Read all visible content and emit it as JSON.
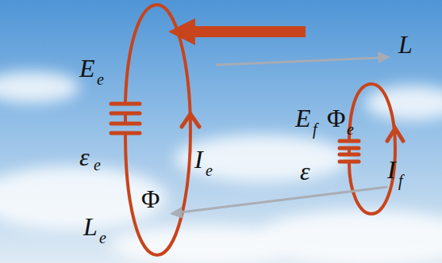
{
  "diagram": {
    "labels": [
      "E",
      "e",
      "ε",
      "e",
      "L",
      "e",
      "Φ",
      "I",
      "e",
      "E",
      "f",
      "Φ",
      "e",
      "L",
      "ε",
      "I",
      "f"
    ]
  }
}
